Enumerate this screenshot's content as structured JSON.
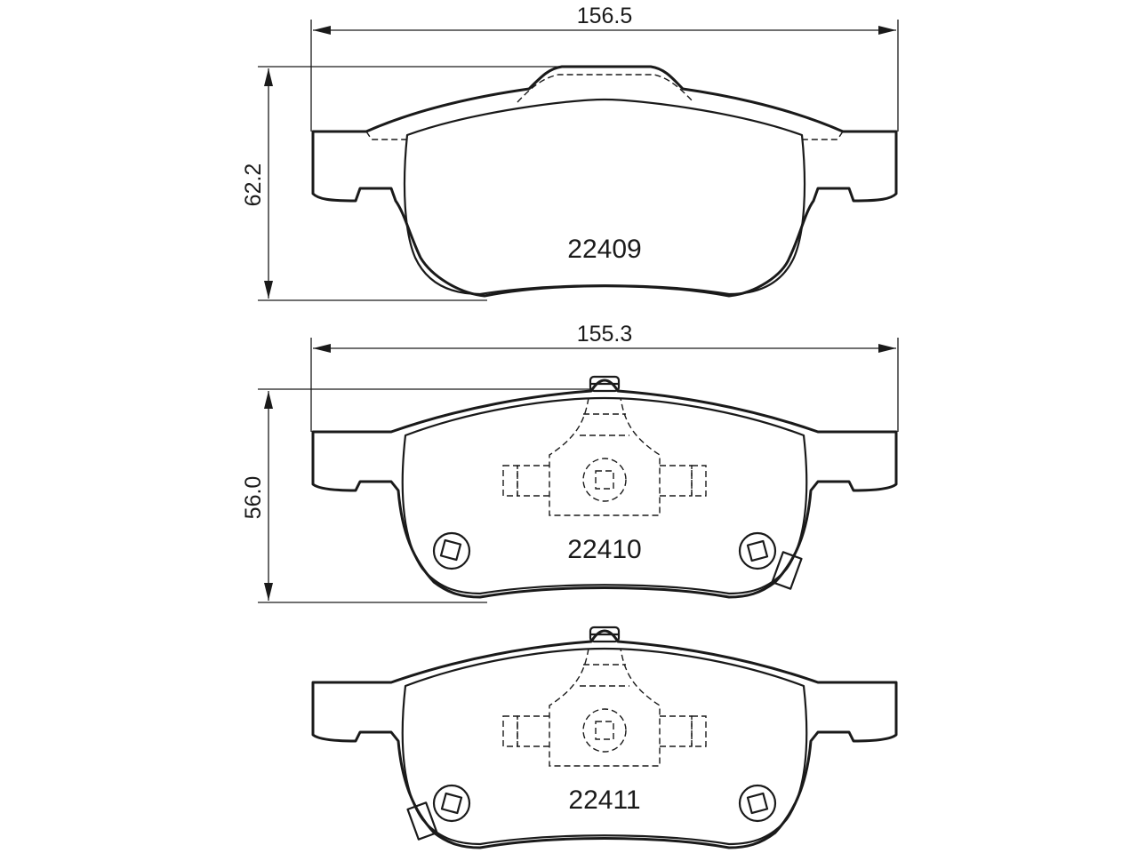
{
  "dimensions": {
    "pad1_width": "156.5",
    "pad1_height": "62.2",
    "pad2_width": "155.3",
    "pad2_height": "56.0"
  },
  "parts": {
    "pad1": "22409",
    "pad2": "22410",
    "pad3": "22411"
  },
  "colors": {
    "line": "#1a1a1a",
    "background": "#ffffff"
  }
}
